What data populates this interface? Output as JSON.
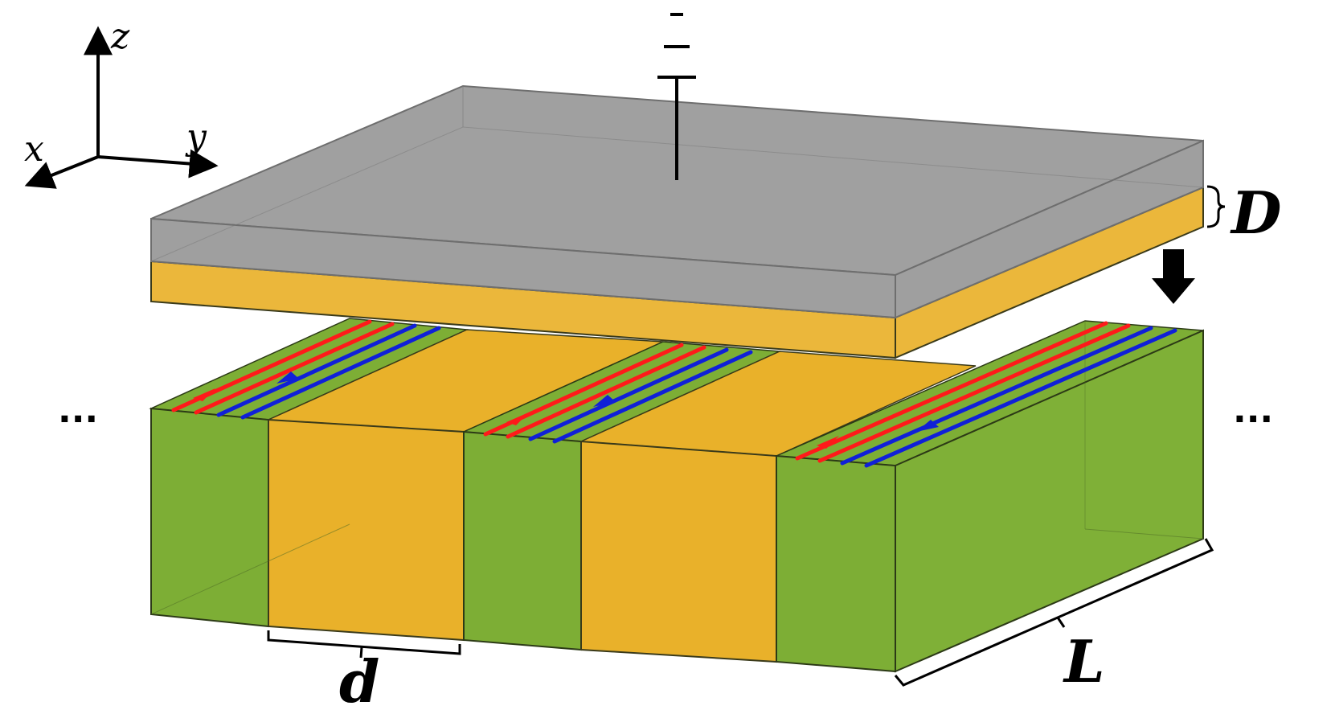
{
  "figure": {
    "axes": {
      "x_label": "x",
      "y_label": "y",
      "z_label": "z"
    },
    "dimensions": {
      "top_layer_thickness": "D",
      "stripe_width": "d",
      "depth": "L"
    },
    "ellipsis_left": "...",
    "ellipsis_right": "...",
    "colors": {
      "background": "#ffffff",
      "top_plate": "#9b9b9b",
      "top_plate_edge": "#6e6e6e",
      "orange": "#e9b12a",
      "orange_edge": "#3a3a1a",
      "green": "#7dae35",
      "green_edge": "#2c3a16",
      "red_channel": "#ff1a1a",
      "blue_channel": "#1020d8"
    },
    "icons": [
      "down-arrow-icon",
      "ground-symbol-icon",
      "channel-arrow-icon"
    ]
  }
}
